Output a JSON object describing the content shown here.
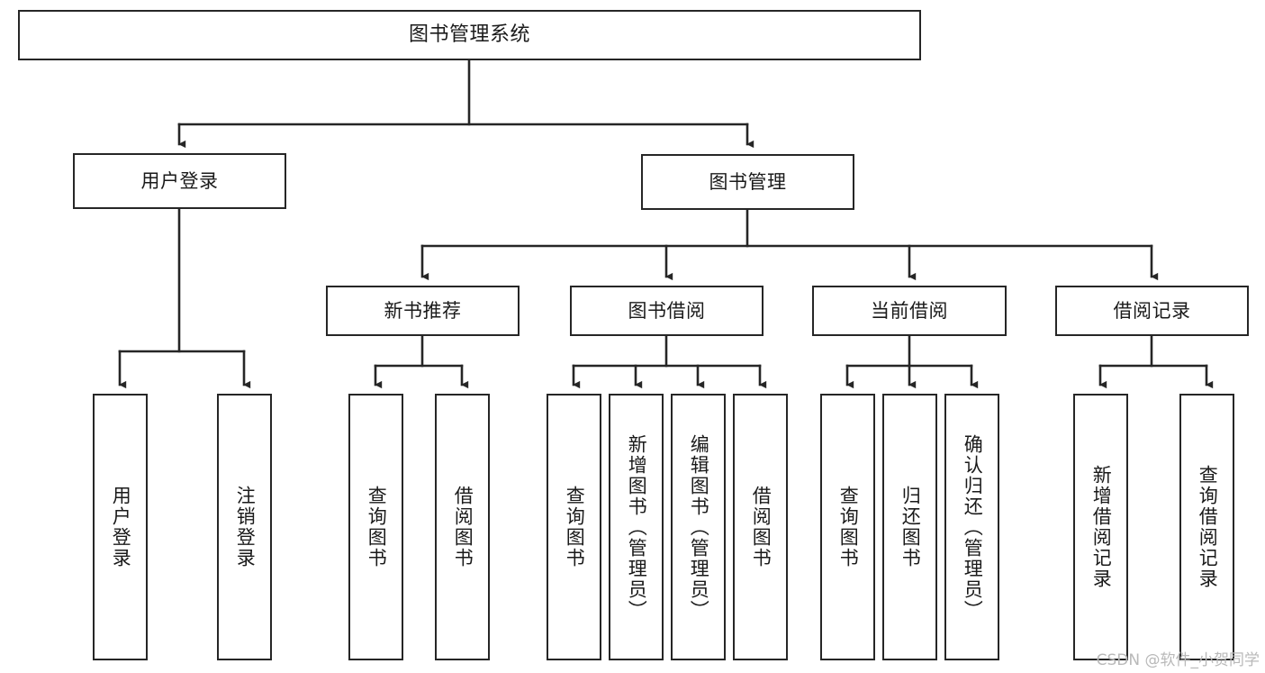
{
  "diagram": {
    "type": "tree-hierarchy-chart",
    "title": "图书管理系统",
    "watermark": "CSDN @软件_小贺同学",
    "line_color": "#262626",
    "box_fill": "#ffffff",
    "text_color": "#1a1a1a"
  },
  "nodes": {
    "root": {
      "label": "图书管理系统",
      "level": 0
    },
    "level1": [
      {
        "id": "user-login",
        "label": "用户登录"
      },
      {
        "id": "book-manage",
        "label": "图书管理"
      }
    ],
    "level2": [
      {
        "id": "new-book-recommend",
        "label": "新书推荐"
      },
      {
        "id": "book-borrow",
        "label": "图书借阅"
      },
      {
        "id": "current-borrow",
        "label": "当前借阅"
      },
      {
        "id": "borrow-record",
        "label": "借阅记录"
      }
    ],
    "leaves": {
      "user_login": [
        {
          "id": "leaf-user-login",
          "label": "用户登录"
        },
        {
          "id": "leaf-logout-login",
          "label": "注销登录"
        }
      ],
      "new_book_recommend": [
        {
          "id": "leaf-query-book-1",
          "label": "查询图书"
        },
        {
          "id": "leaf-borrow-book-1",
          "label": "借阅图书"
        }
      ],
      "book_borrow": [
        {
          "id": "leaf-query-book-2",
          "label": "查询图书"
        },
        {
          "id": "leaf-add-book",
          "label": "新增图书（管理员）"
        },
        {
          "id": "leaf-edit-book",
          "label": "编辑图书（管理员）"
        },
        {
          "id": "leaf-borrow-book-2",
          "label": "借阅图书"
        }
      ],
      "current_borrow": [
        {
          "id": "leaf-query-book-3",
          "label": "查询图书"
        },
        {
          "id": "leaf-return-book",
          "label": "归还图书"
        },
        {
          "id": "leaf-confirm-return",
          "label": "确认归还（管理员）"
        }
      ],
      "borrow_record": [
        {
          "id": "leaf-add-record",
          "label": "新增借阅记录"
        },
        {
          "id": "leaf-query-record",
          "label": "查询借阅记录"
        }
      ]
    }
  }
}
